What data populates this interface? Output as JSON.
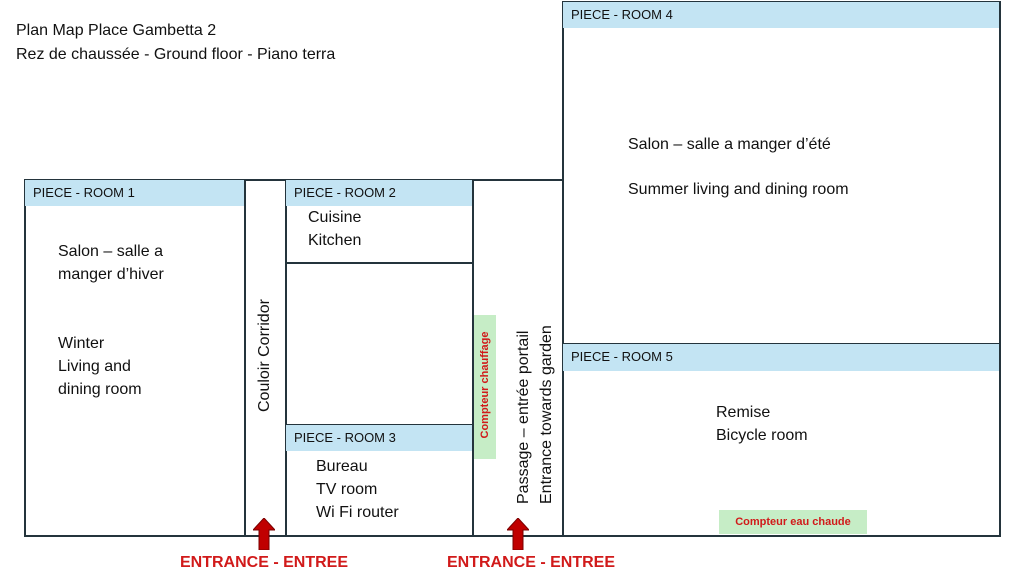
{
  "title": {
    "line1": "Plan Map Place Gambetta 2",
    "line2": "Rez de chaussée - Ground floor - Piano terra"
  },
  "rooms": {
    "room1": {
      "header": "PIECE - ROOM 1",
      "line1": "Salon – salle a",
      "line2": "manger d’hiver",
      "line3": "Winter",
      "line4": "Living and",
      "line5": "dining room"
    },
    "room2": {
      "header": "PIECE - ROOM 2",
      "line1": "Cuisine",
      "line2": "Kitchen"
    },
    "room3": {
      "header": "PIECE - ROOM 3",
      "line1": "Bureau",
      "line2": "TV room",
      "line3": "Wi Fi router"
    },
    "room4": {
      "header": "PIECE - ROOM 4",
      "line1": "Salon – salle a manger d’été",
      "line2": "Summer living and dining room"
    },
    "room5": {
      "header": "PIECE - ROOM 5",
      "line1": "Remise",
      "line2": "Bicycle room"
    }
  },
  "corridor": {
    "label": "Couloir Corridor"
  },
  "passage": {
    "line1": "Passage – entrée portail",
    "line2": "Entrance towards garden"
  },
  "meters": {
    "heating": "Compteur chauffage",
    "hot_water": "Compteur eau chaude"
  },
  "entrances": {
    "left": "ENTRANCE - ENTREE",
    "right": "ENTRANCE - ENTREE"
  },
  "colors": {
    "header": "#c3e4f3",
    "meter_bg": "#c6edc6",
    "accent_red": "#d11a1a",
    "wall": "#24343c"
  }
}
